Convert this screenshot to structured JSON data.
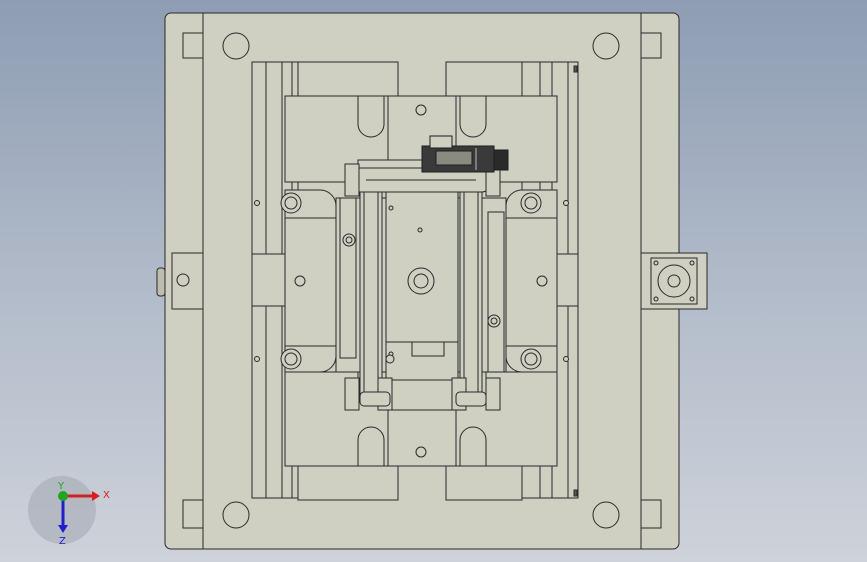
{
  "viewport": {
    "background_top": "#8e9db3",
    "background_bottom": "#ced2da"
  },
  "model": {
    "part_fill": "#cfcfc2",
    "edge_color": "#2a2a2a",
    "dark_part_color": "#1e1e1e"
  },
  "triad": {
    "x_label": "X",
    "y_label": "Y",
    "z_label": "Z",
    "x_color": "#d42020",
    "y_color": "#1fa51f",
    "z_color": "#2020c8"
  }
}
